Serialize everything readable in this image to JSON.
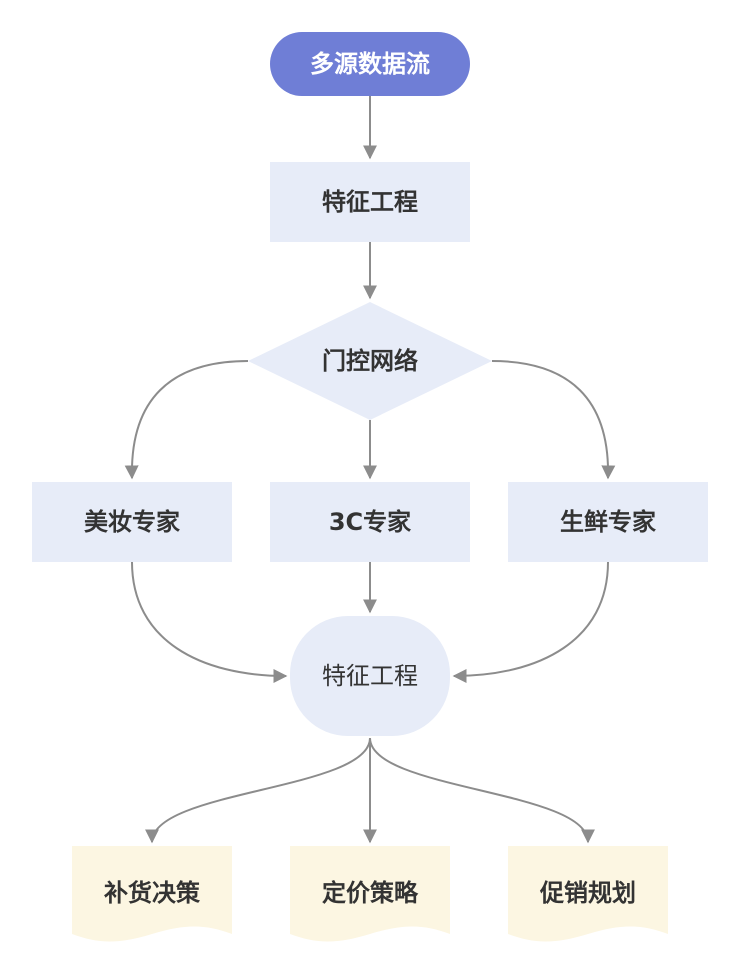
{
  "colors": {
    "start_fill": "#6f7ed6",
    "process_fill": "#e7ecf8",
    "output_fill": "#fcf6e2",
    "edge": "#8c8c8c",
    "text_dark": "#333333",
    "text_light": "#ffffff"
  },
  "nodes": {
    "source": "多源数据流",
    "feature_top": "特征工程",
    "gating": "门控网络",
    "expert_beauty": "美妆专家",
    "expert_3c": "3C专家",
    "expert_fresh": "生鲜专家",
    "feature_bottom": "特征工程",
    "out_restock": "补货决策",
    "out_pricing": "定价策略",
    "out_promo": "促销规划"
  }
}
